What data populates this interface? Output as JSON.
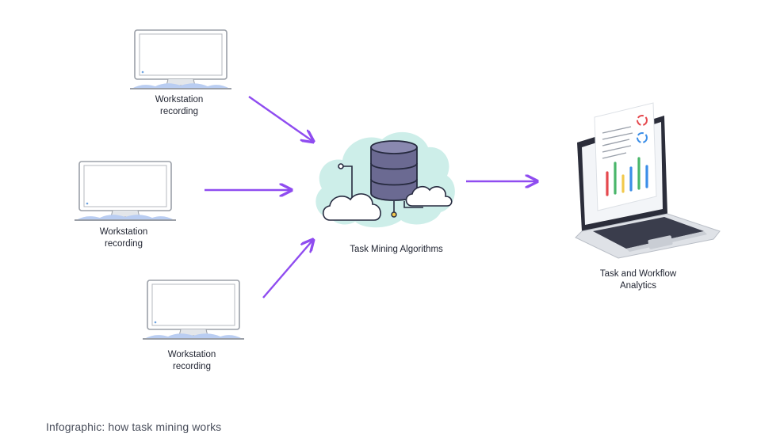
{
  "workstations": [
    {
      "label_line1": "Workstation",
      "label_line2": "recording"
    },
    {
      "label_line1": "Workstation",
      "label_line2": "recording"
    },
    {
      "label_line1": "Workstation",
      "label_line2": "recording"
    }
  ],
  "center": {
    "label": "Task Mining Algorithms"
  },
  "output": {
    "label_line1": "Task and Workflow",
    "label_line2": "Analytics"
  },
  "caption": "Infographic: how task mining works",
  "colors": {
    "arrow": "#8f4cf0",
    "cloud": "#cdeee9",
    "database": "#6b6a92",
    "monitor_outline": "#9ba0a8",
    "stand_accent": "#b9cdf2",
    "bar_red": "#e5484d",
    "bar_green": "#49b66a",
    "bar_yellow": "#f2c94c",
    "bar_blue": "#3b8ee8"
  }
}
